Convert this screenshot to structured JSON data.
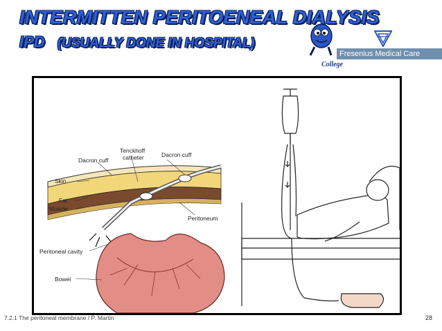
{
  "slide": {
    "title_line1": "INTERMITTEN PERITOENEAL DIALYSIS",
    "title_line2_main": "IPD",
    "title_line2_paren": "(USUALLY DONE IN HOSPITAL)"
  },
  "logos": {
    "fresenius": "Fresenius Medical Care",
    "college": "College"
  },
  "diagram": {
    "labels": {
      "tenckhoff_1": "Tenckhoff",
      "tenckhoff_2": "catheter",
      "dacron_cuff_right": "Dacron cuff",
      "skin": "Skin",
      "dacron_cuff_left": "Dacron cuff",
      "fat": "Fat",
      "muscle": "Muscle",
      "peritoneum": "Peritoneum",
      "peritoneal_cavity": "Peritoneal cavity",
      "bowel": "Bowel"
    }
  },
  "footer": {
    "left": "7.2.1 The peritoneal membrane / P. Martin",
    "page_number": "28"
  },
  "colors": {
    "title_fill": "#2f5fd8",
    "title_outline": "#0b1f55",
    "logo_bar": "#6f8fae",
    "bowel": "#e28e86",
    "fat_layer": "#f2d77a",
    "muscle_layer": "#7a4a2e"
  }
}
